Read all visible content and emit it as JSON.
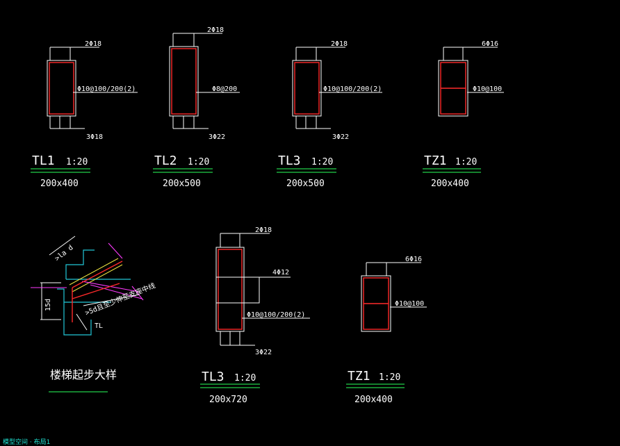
{
  "beams": [
    {
      "id": "TL1",
      "scale": "1:20",
      "size": "200x400",
      "top_bars": "2Φ18",
      "stirrup": "Φ10@100/200(2)",
      "bottom_bars": "3Φ18"
    },
    {
      "id": "TL2",
      "scale": "1:20",
      "size": "200x500",
      "top_bars": "2Φ18",
      "stirrup": "Φ8@200",
      "bottom_bars": "3Φ22"
    },
    {
      "id": "TL3",
      "scale": "1:20",
      "size": "200x500",
      "top_bars": "2Φ18",
      "stirrup": "Φ10@100/200(2)",
      "bottom_bars": "3Φ22"
    },
    {
      "id": "TZ1",
      "scale": "1:20",
      "size": "200x400",
      "top_bars": "6Φ16",
      "stirrup": "Φ10@100"
    },
    {
      "id": "TL3",
      "scale": "1:20",
      "size": "200x720",
      "top_bars": "2Φ18",
      "side_bars": "4Φ12",
      "stirrup": "Φ10@100/200(2)",
      "bottom_bars": "3Φ22"
    },
    {
      "id": "TZ1",
      "scale": "1:20",
      "size": "200x400",
      "top_bars": "6Φ16",
      "stirrup": "Φ10@100"
    }
  ],
  "stair_detail": {
    "title": "楼梯起步大样",
    "anchor_label": ">la d",
    "depth_label": "15d",
    "note": ">5d且至少伸至支座中线",
    "beam_tag": "TL"
  },
  "status_bar": "模型空间 · 布局1"
}
